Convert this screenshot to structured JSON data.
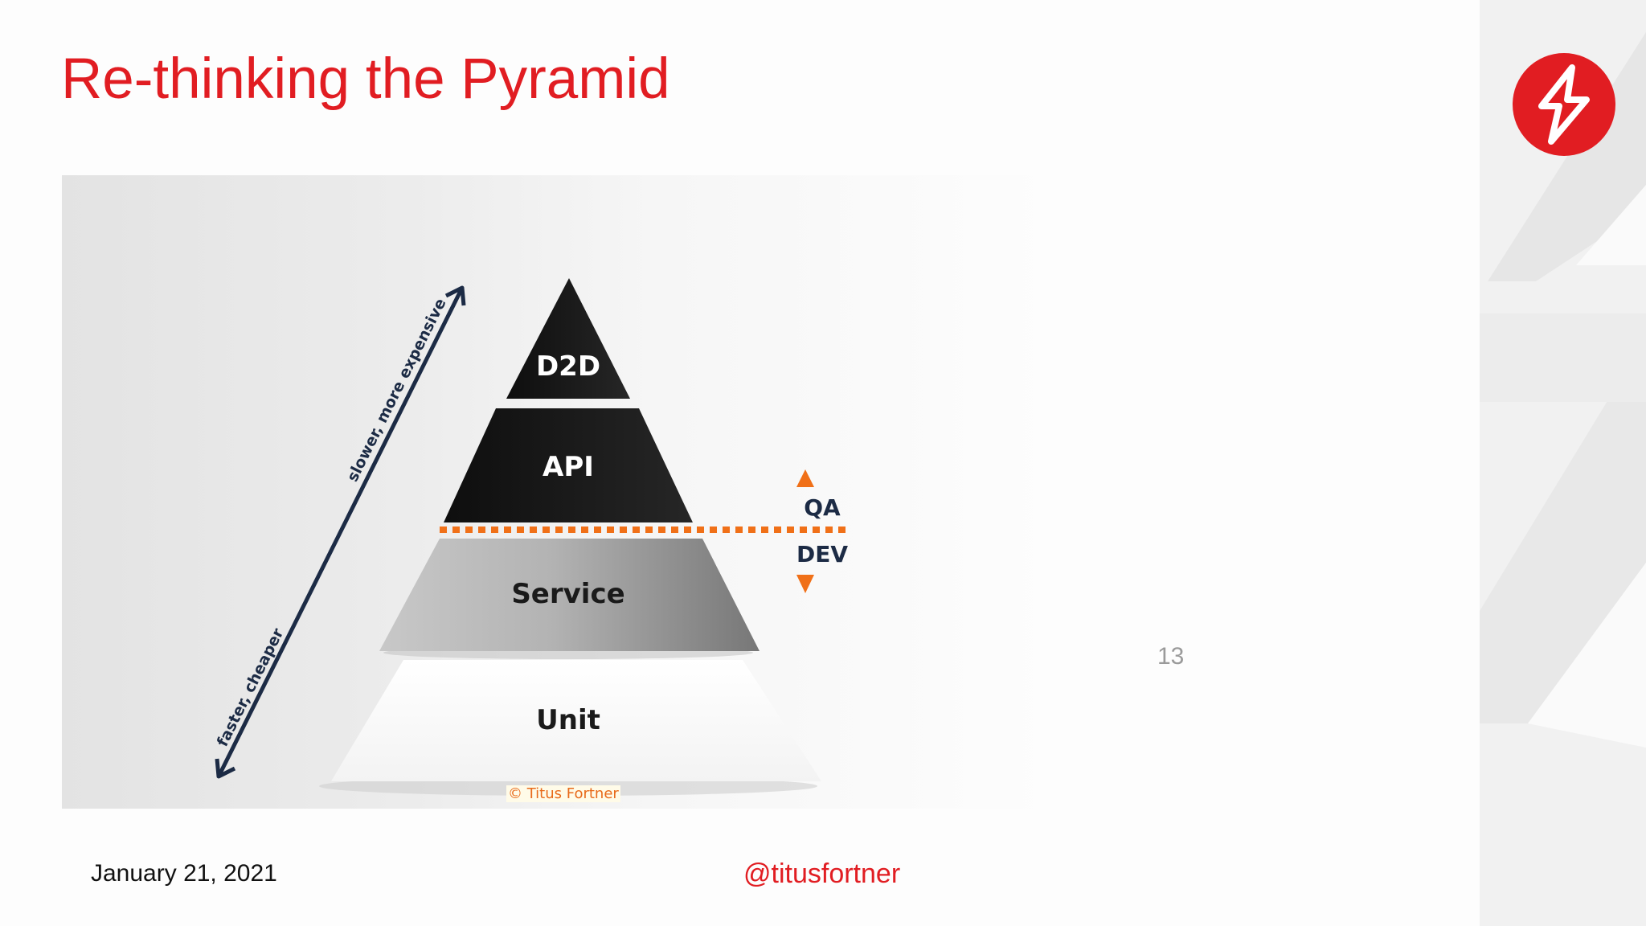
{
  "slide": {
    "title": "Re-thinking the Pyramid",
    "page_number": "13",
    "footer_date": "January 21, 2021",
    "footer_handle": "@titusfortner"
  },
  "pyramid": {
    "levels": [
      "D2D",
      "API",
      "Service",
      "Unit"
    ],
    "split_labels": {
      "upper": "QA",
      "lower": "DEV"
    },
    "arrow_labels": {
      "top": "slower, more expensive",
      "bottom": "faster, cheaper"
    },
    "copyright": "© Titus Fortner"
  },
  "colors": {
    "brand_red": "#e11d22",
    "divider_orange": "#f07018",
    "arrow_navy": "#1c2b45"
  },
  "icons": {
    "logo": "lightning-bolt-logo-icon"
  }
}
